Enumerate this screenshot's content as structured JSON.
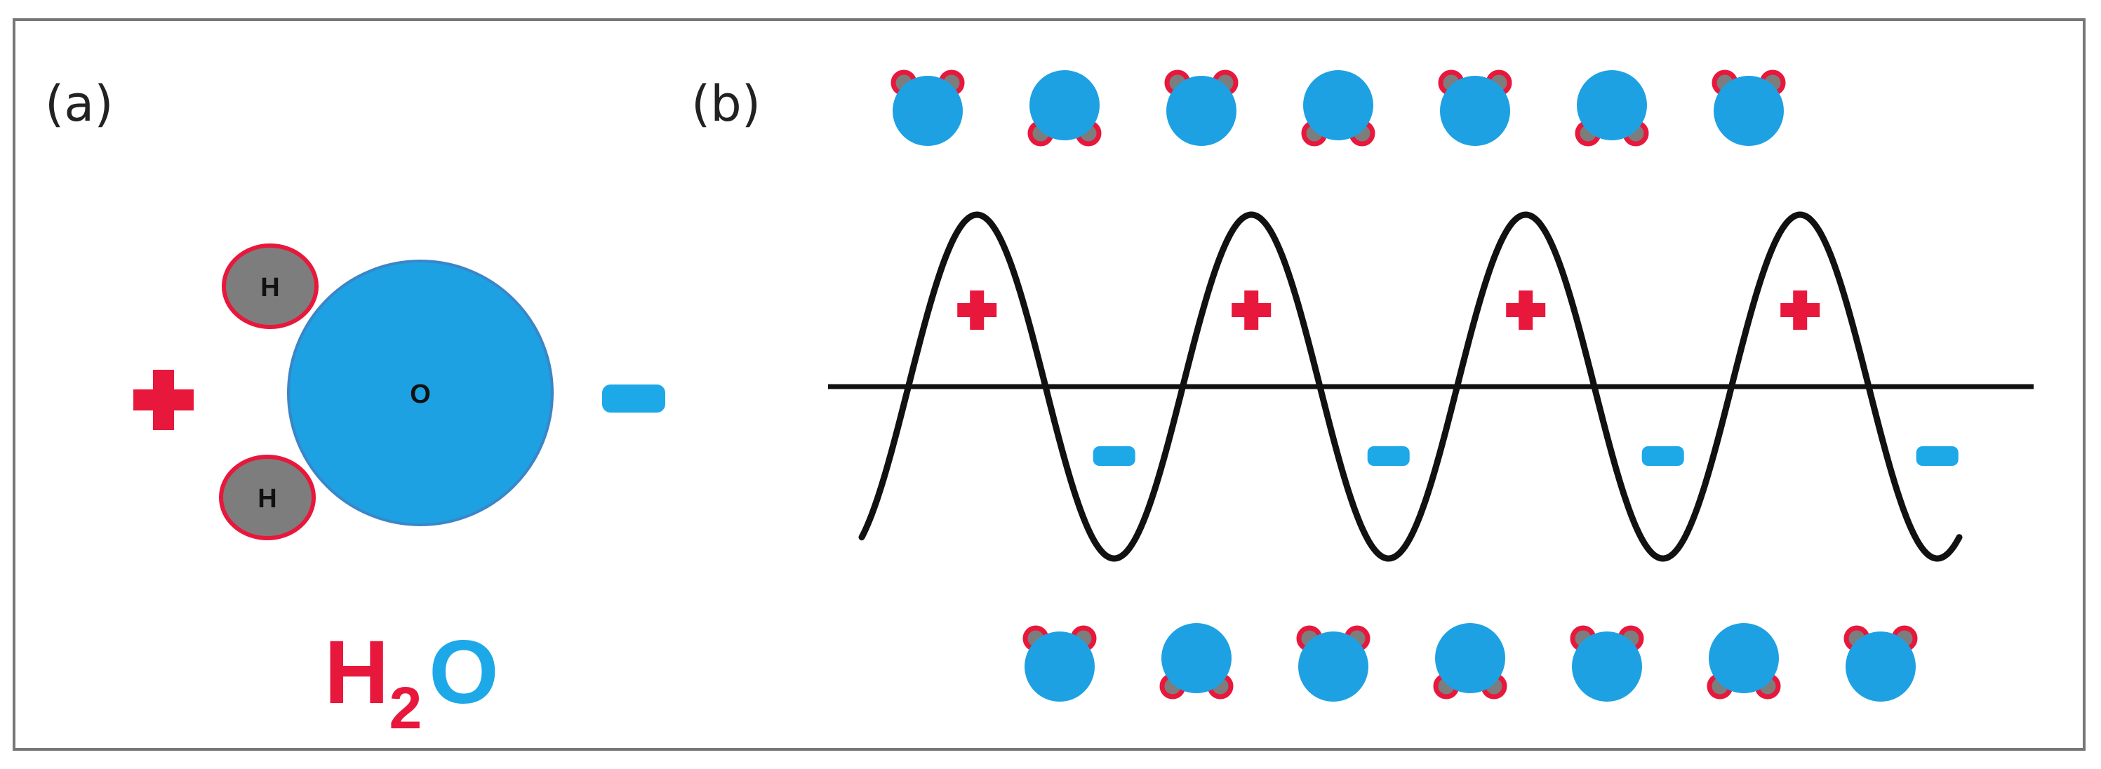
{
  "panels": {
    "a_label": "(a)",
    "b_label": "(b)"
  },
  "molecule": {
    "oxygen_label": "O",
    "hydrogen_label": "H",
    "formula_h": "H",
    "formula_sub": "2",
    "formula_o": "O",
    "positive_pole": "positive",
    "negative_pole": "negative"
  },
  "wave": {
    "cycles": 4,
    "positive_sign_color": "#e8173c",
    "negative_sign_color": "#1da8e8"
  },
  "top_row": [
    "up",
    "down",
    "up",
    "down",
    "up",
    "down",
    "up"
  ],
  "bottom_row": [
    "up",
    "down",
    "up",
    "down",
    "up",
    "down",
    "up"
  ],
  "colors": {
    "oxygen": "#1da1e2",
    "hydrogen_fill": "#7d7d7d",
    "hydrogen_ring": "#e8173c",
    "positive": "#e8173c",
    "negative": "#1da8e8",
    "formula_h": "#e8173c",
    "formula_o": "#1da8e8",
    "wave": "#111111",
    "frame": "#777777"
  }
}
